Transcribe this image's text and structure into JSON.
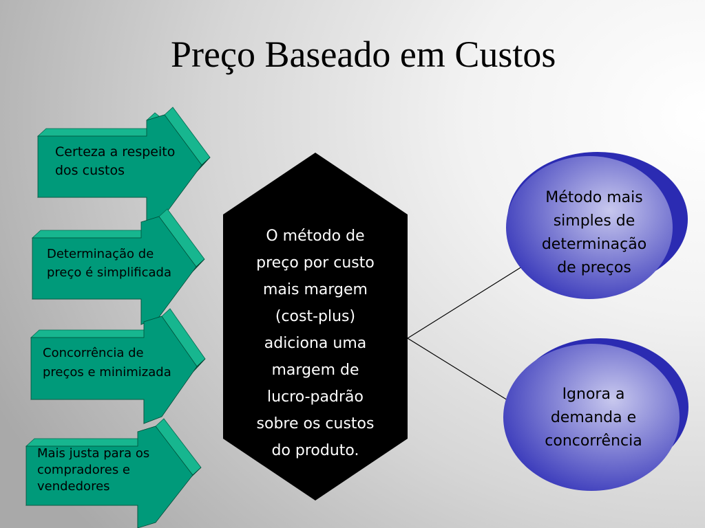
{
  "title": "Preço Baseado em Custos",
  "arrows": [
    {
      "text": "Certeza a respeito\ndos custos"
    },
    {
      "text": "Determinação de\npreço é simplificada"
    },
    {
      "text": "Concorrência de\npreços e minimizada"
    },
    {
      "text": "Mais justa para os\ncompradores e\nvendedores"
    }
  ],
  "center": {
    "text": "O método de\npreço por custo\nmais margem\n(cost-plus)\nadiciona uma\nmargem de\nlucro-padrão\nsobre os custos\ndo produto."
  },
  "outcomes": [
    {
      "text": "Método mais\nsimples de\ndeterminação\nde preços"
    },
    {
      "text": "Ignora a\ndemanda e\nconcorrência"
    }
  ],
  "colors": {
    "arrow_face": "#009a7a",
    "arrow_side": "#17b68f",
    "arrow_bottom": "#005f44",
    "hexagon": "#000000",
    "oval_back": "#2b2bb2",
    "oval_front_center": "#c8c8ee",
    "oval_front_edge": "#3b3bbb",
    "connector": "#000000"
  }
}
